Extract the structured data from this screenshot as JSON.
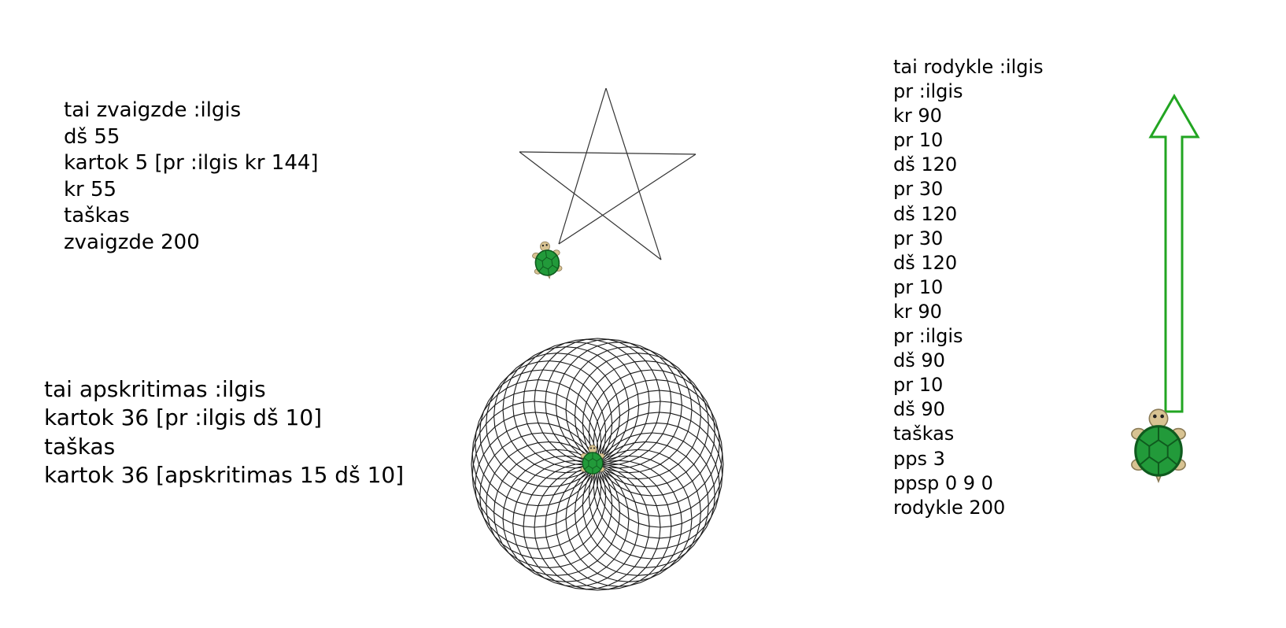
{
  "programs": {
    "star": {
      "lines": [
        "tai zvaigzde :ilgis",
        "dš 55",
        "kartok 5 [pr :ilgis kr 144]",
        "kr 55",
        "taškas",
        "zvaigzde 200"
      ]
    },
    "circle": {
      "lines": [
        "tai apskritimas :ilgis",
        "kartok 36 [pr :ilgis dš 10]",
        "taškas",
        "kartok 36 [apskritimas 15 dš 10]"
      ]
    },
    "arrow": {
      "lines": [
        "tai rodykle :ilgis",
        "pr :ilgis",
        "kr 90",
        "pr 10",
        "dš 120",
        "pr 30",
        "dš 120",
        "pr 30",
        "dš 120",
        "pr 10",
        "kr 90",
        "pr :ilgis",
        "dš 90",
        "pr 10",
        "dš 90",
        "taškas",
        "pps 3",
        "ppsp 0 9 0",
        "rodykle 200"
      ]
    }
  },
  "drawings": {
    "star": {
      "pen_color": "#333333",
      "points": 5,
      "turn_degrees": 144
    },
    "rosette": {
      "pen_color": "#1a1a1a",
      "circles": 36,
      "segments_per_circle": 36,
      "turn_degrees": 10
    },
    "arrow": {
      "pen_color": "#22a522",
      "pen_width": 3
    }
  },
  "turtle_icons": [
    "turtle-icon",
    "turtle-icon",
    "turtle-icon"
  ],
  "colors": {
    "turtle_shell": "#229a3a",
    "turtle_shell_edge": "#0f5a1e",
    "turtle_skin": "#d8c392"
  }
}
